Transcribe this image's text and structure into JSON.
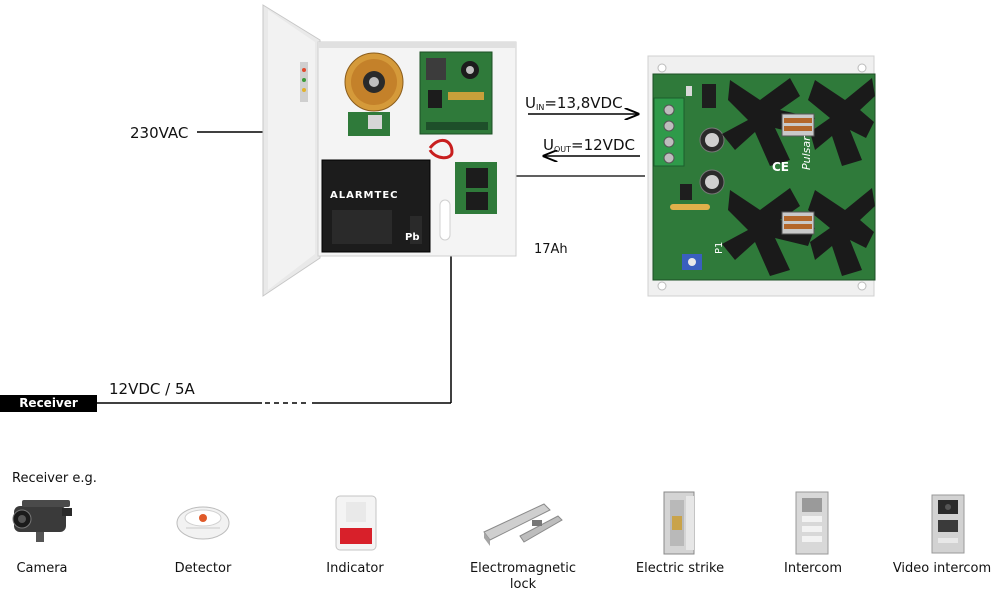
{
  "labels": {
    "ac_input": "230VAC",
    "battery_capacity": "17Ah",
    "uin_u": "U",
    "uin_sub": "IN",
    "uin_value": "=13,8VDC",
    "uout_u": "U",
    "uout_sub": "OUT",
    "uout_value": "=12VDC",
    "output": "12VDC / 5A",
    "receiver_box": "Receiver",
    "receiver_eg": "Receiver e.g."
  },
  "enclosure": {
    "battery_brand": "ALARMTEC",
    "battery_text": "Pb"
  },
  "module": {
    "brand": "Pulsar",
    "ce": "CE",
    "p1": "P1"
  },
  "devices": [
    {
      "name": "Camera",
      "icon": "camera-icon"
    },
    {
      "name": "Detector",
      "icon": "detector-icon"
    },
    {
      "name": "Indicator",
      "icon": "indicator-icon"
    },
    {
      "name": "Electromagnetic lock",
      "icon": "electromagnetic-lock-icon"
    },
    {
      "name": "Electric strike",
      "icon": "electric-strike-icon"
    },
    {
      "name": "Intercom",
      "icon": "intercom-icon"
    },
    {
      "name": "Video intercom",
      "icon": "video-intercom-icon"
    }
  ],
  "colors": {
    "pcb_green": "#2f7a3a",
    "heatsink": "#1a1a1a",
    "enclosure": "#ececec",
    "battery": "#1c1c1c",
    "indicator_red": "#d8202a"
  }
}
